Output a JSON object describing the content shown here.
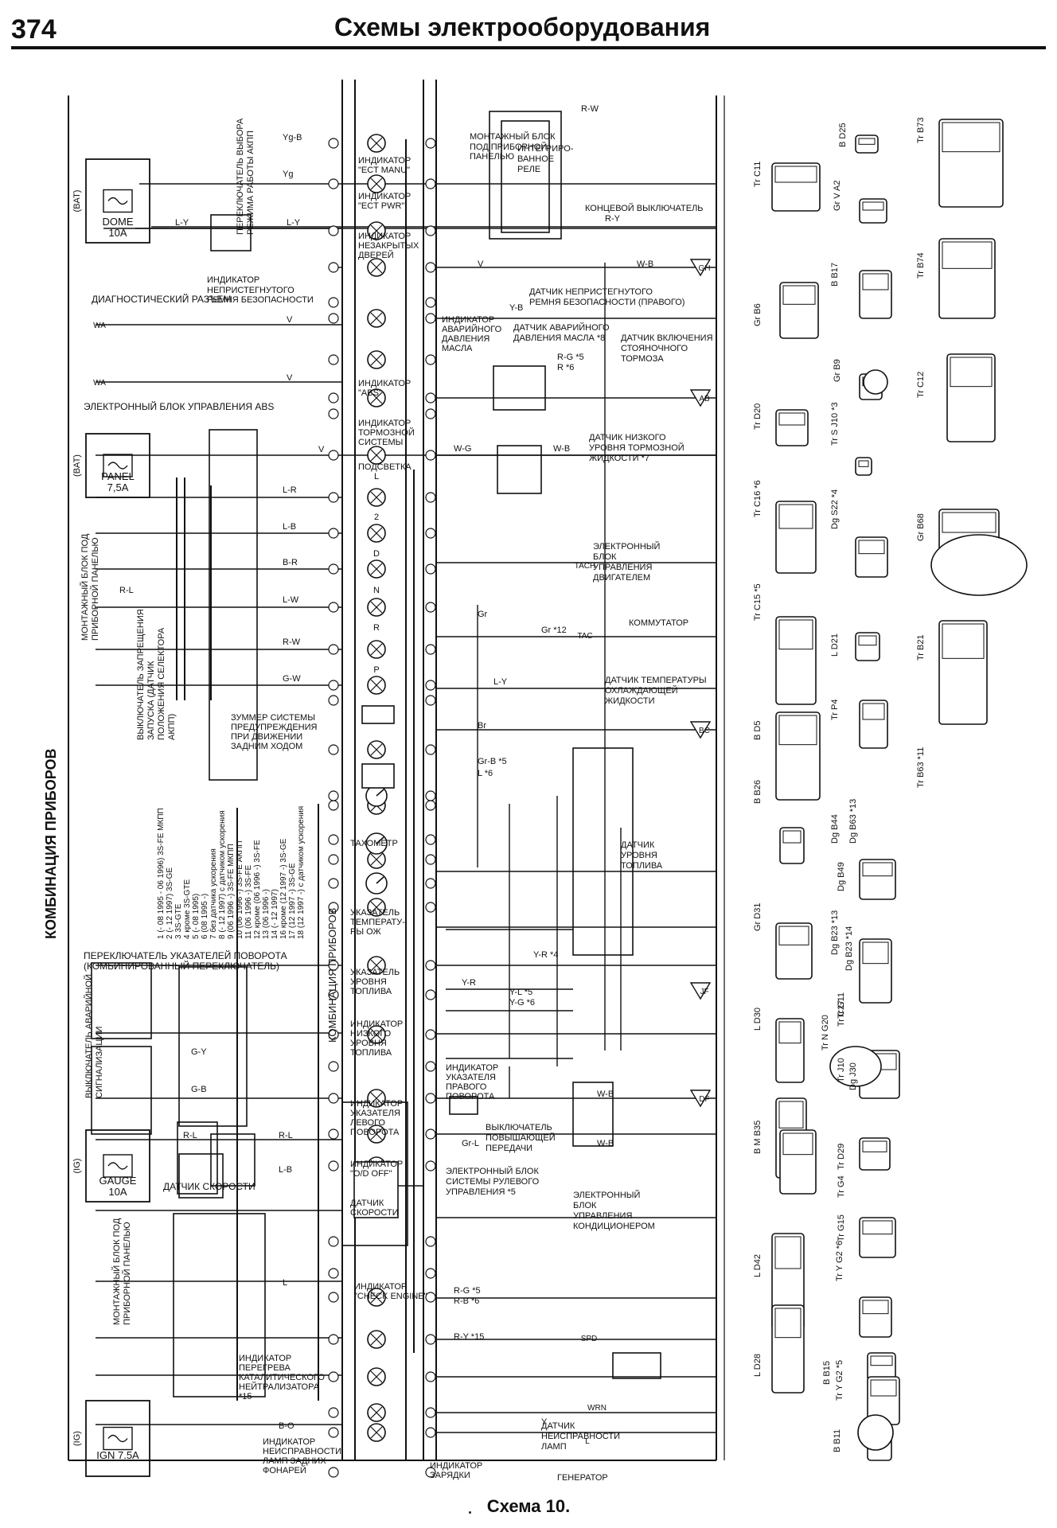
{
  "header": {
    "page_number": "374",
    "title": "Схемы электрооборудования"
  },
  "caption": "Схема 10.",
  "side_title": "КОМБИНАЦИЯ ПРИБОРОВ",
  "side_label": "КОМБИНАЦИЯ ПРИБОРОВ",
  "fuses": [
    {
      "name": "DOME",
      "rating": "10A",
      "feed": "(BAT)"
    },
    {
      "name": "PANEL",
      "rating": "7,5A",
      "feed": "(BAT)"
    },
    {
      "name": "GAUGE",
      "rating": "10A",
      "feed": "(IG)"
    },
    {
      "name": "IGN 7.5A",
      "rating": "",
      "feed": "(IG)"
    }
  ],
  "left_labels": [
    "ДИАГНОСТИЧЕСКИЙ РАЗЪЕМ",
    "ЭЛЕКТРОННЫЙ БЛОК УПРАВЛЕНИЯ ABS",
    "ПЕРЕКЛЮЧАТЕЛЬ УКАЗАТЕЛЕЙ ПОВОРОТА",
    "(КОМБИНИРОВАННЫЙ ПЕРЕКЛЮЧАТЕЛЬ)",
    "ДАТЧИК СКОРОСТИ"
  ],
  "rotated_labels": [
    "МОНТАЖНЫЙ БЛОК ПОД ПРИБОРНОЙ ПАНЕЛЬЮ",
    "ВЫКЛЮЧАТЕЛЬ ЗАПРЕЩЕНИЯ ЗАПУСКА (ДАТЧИК ПОЛОЖЕНИЯ СЕЛЕКТОРА АКПП)",
    "ВЫКЛЮЧАТЕЛЬ АВАРИЙНОЙ СИГНАЛИЗАЦИИ",
    "ПЕРЕКЛЮЧАТЕЛЬ ВЫБОРА РЕЖИМА РАБОТЫ АКПП",
    "МОНТАЖНЫЙ БЛОК ПОД ПРИБОРНОЙ ПАНЕЛЬЮ"
  ],
  "notes": [
    "1 (- 08 1995 - 06 1996) 3S-FE МКПП",
    "2 (- 12 1997) 3S-GE",
    "3 3S-GTE",
    "4 кроме 3S-GTE",
    "5 (- 08 1995)",
    "6 (08 1995 -)",
    "7 без датчика ускорения",
    "8 (- 12 1997) с датчиком ускорения",
    "9 (06 1996 -) 3S-FE МКПП",
    "10 (06 1996 -) 3S-FE АКПП",
    "11 (06 1996 -) 3S-FE",
    "12 кроме (06 1996 -) 3S-FE",
    "13 (06 1996 -)",
    "14 (- 12 1997)",
    "16 кроме (12 1997 -) 3S-GE",
    "17 (12 1997 -) 3S-GE",
    "18 (12 1997 -) с датчиком ускорения"
  ],
  "gear_labels": [
    "L",
    "2",
    "D",
    "N",
    "R",
    "P"
  ],
  "center_labels": [
    {
      "text": "ИНДИКАТОР"
    },
    {
      "text": "\"ECT MANU\""
    },
    {
      "text": "ИНДИКАТОР"
    },
    {
      "text": "\"ECT PWR\""
    },
    {
      "text": "ИНДИКАТОР"
    },
    {
      "text": "НЕЗАКРЫТЫХ"
    },
    {
      "text": "ДВЕРЕЙ"
    },
    {
      "text": "ИНДИКАТОР"
    },
    {
      "text": "НЕПРИСТЕГНУТОГО"
    },
    {
      "text": "РЕМНЯ БЕЗОПАСНОСТИ"
    },
    {
      "text": "ИНДИКАТОР"
    },
    {
      "text": "АВАРИЙНОГО"
    },
    {
      "text": "ДАВЛЕНИЯ"
    },
    {
      "text": "МАСЛА"
    },
    {
      "text": "ИНДИКАТОР"
    },
    {
      "text": "\"ABS\""
    },
    {
      "text": "ИНДИКАТОР"
    },
    {
      "text": "ТОРМОЗНОЙ"
    },
    {
      "text": "СИСТЕМЫ"
    },
    {
      "text": "ПОДСВЕТКА"
    },
    {
      "text": "ЗУММЕР СИСТЕМЫ"
    },
    {
      "text": "ПРЕДУПРЕЖДЕНИЯ"
    },
    {
      "text": "ПРИ ДВИЖЕНИИ"
    },
    {
      "text": "ЗАДНИМ ХОДОМ"
    },
    {
      "text": "ТАХОМЕТР"
    },
    {
      "text": "УКАЗАТЕЛЬ"
    },
    {
      "text": "ТЕМПЕРАТУ-"
    },
    {
      "text": "РЫ ОЖ"
    },
    {
      "text": "УКАЗАТЕЛЬ"
    },
    {
      "text": "УРОВНЯ"
    },
    {
      "text": "ТОПЛИВА"
    },
    {
      "text": "ИНДИКАТОР"
    },
    {
      "text": "НИЗКОГО"
    },
    {
      "text": "УРОВНЯ"
    },
    {
      "text": "ТОПЛИВА"
    },
    {
      "text": "ИНДИКАТОР"
    },
    {
      "text": "УКАЗАТЕЛЯ"
    },
    {
      "text": "ПРАВОГО"
    },
    {
      "text": "ПОВОРОТА"
    },
    {
      "text": "ИНДИКАТОР"
    },
    {
      "text": "УКАЗАТЕЛЯ"
    },
    {
      "text": "ЛЕВОГО"
    },
    {
      "text": "ПОВОРОТА"
    },
    {
      "text": "ИНДИКАТОР"
    },
    {
      "text": "\"O/D OFF\""
    },
    {
      "text": "ДАТЧИК"
    },
    {
      "text": "СКОРОСТИ"
    },
    {
      "text": "ИНДИКАТОР"
    },
    {
      "text": "\"CHECK ENGINE\""
    },
    {
      "text": "ИНДИКАТОР"
    },
    {
      "text": "ПЕРЕГРЕВА"
    },
    {
      "text": "КАТАЛИТИЧЕСКОГО"
    },
    {
      "text": "НЕЙТРАЛИЗАТОРА"
    },
    {
      "text": "*15"
    },
    {
      "text": "ИНДИКАТОР"
    },
    {
      "text": "НЕИСПРАВНОСТИ"
    },
    {
      "text": "ЛАМП ЗАДНИХ"
    },
    {
      "text": "ФОНАРЕЙ"
    },
    {
      "text": "ИНДИКАТОР"
    },
    {
      "text": "ЗАРЯДКИ"
    }
  ],
  "right_labels": [
    {
      "text": "МОНТАЖНЫЙ БЛОК"
    },
    {
      "text": "ПОД ПРИБОРНОЙ"
    },
    {
      "text": "ПАНЕЛЬЮ"
    },
    {
      "text": "ИНТЕГРИРО-"
    },
    {
      "text": "ВАННОЕ"
    },
    {
      "text": "РЕЛЕ"
    },
    {
      "text": "КОНЦЕВОЙ ВЫКЛЮЧАТЕЛЬ"
    },
    {
      "text": "ДАТЧИК НЕПРИСТЕГНУТОГО"
    },
    {
      "text": "РЕМНЯ БЕЗОПАСНОСТИ (ПРАВОГО)"
    },
    {
      "text": "ДАТЧИК АВАРИЙНОГО"
    },
    {
      "text": "ДАВЛЕНИЯ МАСЛА *8"
    },
    {
      "text": "ДАТЧИК ВКЛЮЧЕНИЯ"
    },
    {
      "text": "СТОЯНОЧНОГО"
    },
    {
      "text": "ТОРМОЗА"
    },
    {
      "text": "ДАТЧИК НИЗКОГО"
    },
    {
      "text": "УРОВНЯ ТОРМОЗНОЙ"
    },
    {
      "text": "ЖИДКОСТИ *7"
    },
    {
      "text": "ЭЛЕКТРОННЫЙ"
    },
    {
      "text": "БЛОК"
    },
    {
      "text": "УПРАВЛЕНИЯ"
    },
    {
      "text": "ДВИГАТЕЛЕМ"
    },
    {
      "text": "КОММУТАТОР"
    },
    {
      "text": "ДАТЧИК ТЕМПЕРАТУРЫ"
    },
    {
      "text": "ОХЛАЖДАЮЩЕЙ"
    },
    {
      "text": "ЖИДКОСТИ"
    },
    {
      "text": "ДАТЧИК"
    },
    {
      "text": "УРОВНЯ"
    },
    {
      "text": "ТОПЛИВА"
    },
    {
      "text": "ВЫКЛЮЧАТЕЛЬ"
    },
    {
      "text": "ПОВЫШАЮЩЕЙ"
    },
    {
      "text": "ПЕРЕДАЧИ"
    },
    {
      "text": "ЭЛЕКТРОННЫЙ БЛОК"
    },
    {
      "text": "СИСТЕМЫ РУЛЕВОГО"
    },
    {
      "text": "УПРАВЛЕНИЯ *5"
    },
    {
      "text": "ЭЛЕКТРОННЫЙ"
    },
    {
      "text": "БЛОК"
    },
    {
      "text": "УПРАВЛЕНИЯ"
    },
    {
      "text": "КОНДИЦИОНЕРОМ"
    },
    {
      "text": "ДАТЧИК"
    },
    {
      "text": "НЕИСПРАВНОСТИ"
    },
    {
      "text": "ЛАМП"
    },
    {
      "text": "ГЕНЕРАТОР"
    }
  ],
  "wire_labels": [
    {
      "text": "L-Y"
    },
    {
      "text": "L-Y"
    },
    {
      "text": "Yg-B"
    },
    {
      "text": "Yg"
    },
    {
      "text": "V"
    },
    {
      "text": "V"
    },
    {
      "text": "V"
    },
    {
      "text": "L-R"
    },
    {
      "text": "L-B"
    },
    {
      "text": "B-R"
    },
    {
      "text": "L-W"
    },
    {
      "text": "R-W"
    },
    {
      "text": "G-W"
    },
    {
      "text": "R-L"
    },
    {
      "text": "G-Y"
    },
    {
      "text": "G-B"
    },
    {
      "text": "R-L"
    },
    {
      "text": "R-L"
    },
    {
      "text": "L-B"
    },
    {
      "text": "L"
    },
    {
      "text": "B-O"
    },
    {
      "text": "R-W"
    },
    {
      "text": "R-Y"
    },
    {
      "text": "V"
    },
    {
      "text": "W-B"
    },
    {
      "text": "Y-B"
    },
    {
      "text": "R-G *5"
    },
    {
      "text": "R *6"
    },
    {
      "text": "W-G"
    },
    {
      "text": "W-B"
    },
    {
      "text": "Gr"
    },
    {
      "text": "Gr *12"
    },
    {
      "text": "L-Y"
    },
    {
      "text": "Br"
    },
    {
      "text": "Gr-B *5"
    },
    {
      "text": "L *6"
    },
    {
      "text": "Y-R"
    },
    {
      "text": "Y-R *4"
    },
    {
      "text": "Y-L *5"
    },
    {
      "text": "Y-G *6"
    },
    {
      "text": "W-B"
    },
    {
      "text": "Gr-L"
    },
    {
      "text": "W-B"
    },
    {
      "text": "R-G *5"
    },
    {
      "text": "R-B *6"
    },
    {
      "text": "R-Y *15"
    },
    {
      "text": "Y"
    }
  ],
  "connector_codes": [
    {
      "text": "B D25"
    },
    {
      "text": "Tr C11"
    },
    {
      "text": "Tr B73"
    },
    {
      "text": "Gr V A2"
    },
    {
      "text": "B B17"
    },
    {
      "text": "Tr B74"
    },
    {
      "text": "Gr B6"
    },
    {
      "text": "Gr B9"
    },
    {
      "text": "Tr C12"
    },
    {
      "text": "Tr D20"
    },
    {
      "text": "Tr S J10 *3"
    },
    {
      "text": "Tr C16 *6"
    },
    {
      "text": "Dg S22 *4"
    },
    {
      "text": "Gr B68"
    },
    {
      "text": "Tr C15 *5"
    },
    {
      "text": "L D21"
    },
    {
      "text": "Tr B21"
    },
    {
      "text": "Tr P4"
    },
    {
      "text": "B D5"
    },
    {
      "text": "Tr B63 *11"
    },
    {
      "text": "B B26"
    },
    {
      "text": "Dg B44"
    },
    {
      "text": "Dg B63 *13"
    },
    {
      "text": "Dg B49"
    },
    {
      "text": "Gr D31"
    },
    {
      "text": "Dg B23 *13"
    },
    {
      "text": "Dg B23 *14"
    },
    {
      "text": "Tr G11"
    },
    {
      "text": "Tr C27"
    },
    {
      "text": "L D30"
    },
    {
      "text": "Tr N G20"
    },
    {
      "text": "Tr J10"
    },
    {
      "text": "Dg J30"
    },
    {
      "text": "B M B35"
    },
    {
      "text": "Tr D29"
    },
    {
      "text": "Tr G4"
    },
    {
      "text": "Tr G15"
    },
    {
      "text": "L D42"
    },
    {
      "text": "Tr Y G2 *6"
    },
    {
      "text": "L D28"
    },
    {
      "text": "B B15"
    },
    {
      "text": "Tr Y G2 *5"
    },
    {
      "text": "B B11"
    }
  ],
  "right_codes": [
    {
      "text": "GH"
    },
    {
      "text": "AB"
    },
    {
      "text": "BC"
    },
    {
      "text": "JF"
    },
    {
      "text": "DF"
    },
    {
      "text": "TACH"
    },
    {
      "text": "TAC"
    },
    {
      "text": "SPD"
    },
    {
      "text": "WRN"
    },
    {
      "text": "L"
    },
    {
      "text": "WA"
    },
    {
      "text": "WA"
    }
  ]
}
